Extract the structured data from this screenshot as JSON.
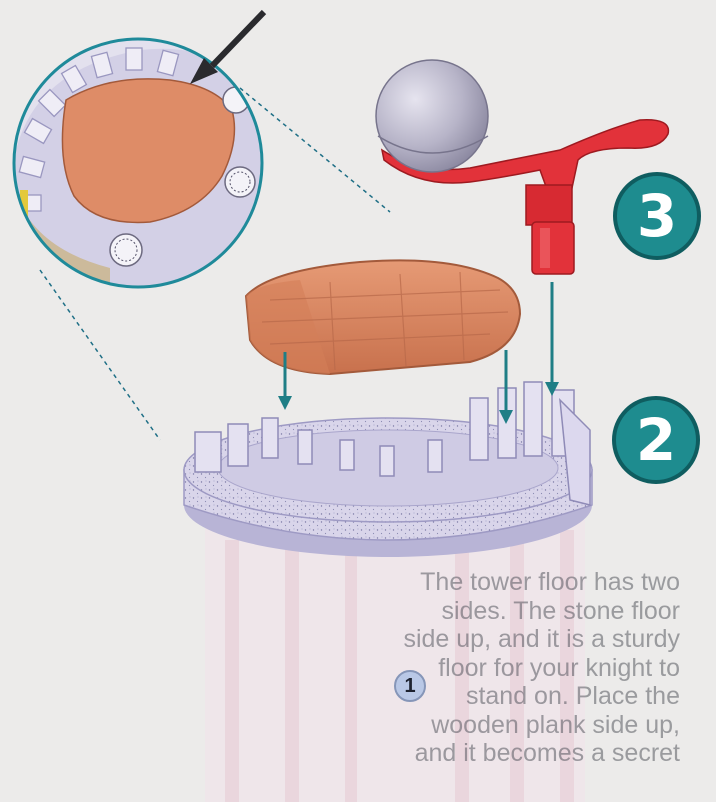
{
  "badges": {
    "step_3": "3",
    "step_2": "2",
    "step_1": "1"
  },
  "text_lines": [
    "The tower floor has two",
    "sides. The stone floor",
    "side up, and it is a sturdy",
    "floor for your knight to",
    "stand on. Place the",
    "wooden plank side up,",
    "and it becomes a secret"
  ],
  "colors": {
    "page_background": "#ecebea",
    "badge_fill": "#1e8c8f",
    "floor_piece": "#d9825e",
    "red_connector": "#e2323a",
    "sphere": "#b8b5c9",
    "tower_wall": "#d6d2e8",
    "leader_line": "#1f6f86",
    "pointer_arrow": "#2a2a2e"
  },
  "icons": {
    "pointer": "black-arrow-icon",
    "down_arrows": "teal-down-arrow-icon"
  }
}
